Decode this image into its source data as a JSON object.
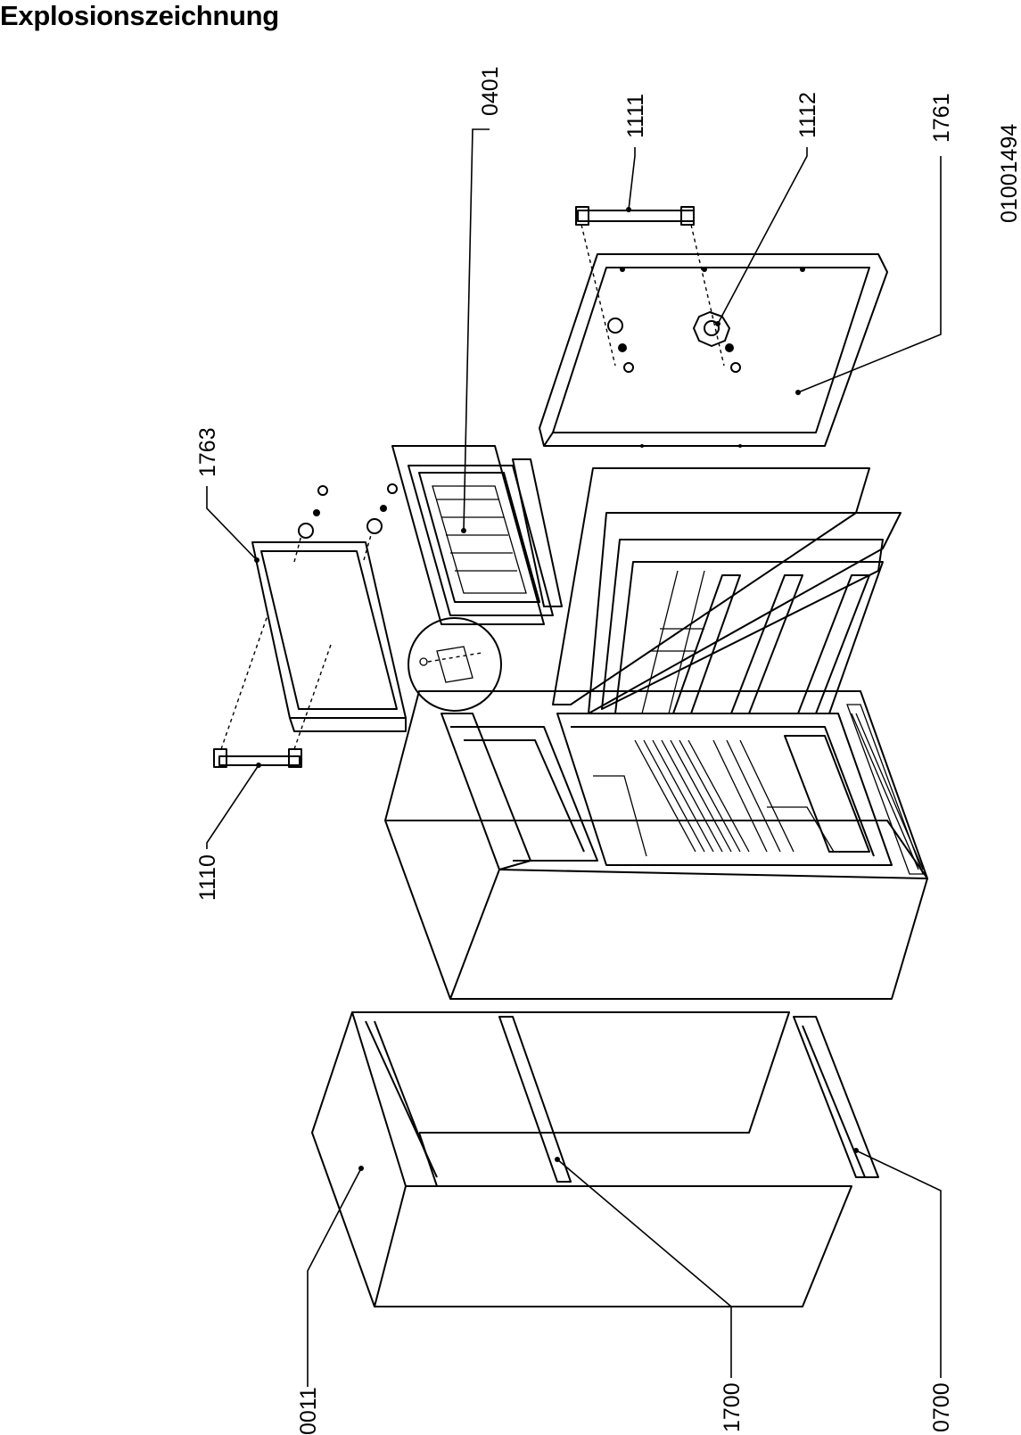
{
  "page": {
    "title": "Explosionszeichnung",
    "drawing_number": "01001494"
  },
  "parts": [
    {
      "id": "part-0401",
      "number": "0401"
    },
    {
      "id": "part-1111",
      "number": "1111"
    },
    {
      "id": "part-1112",
      "number": "1112"
    },
    {
      "id": "part-1761",
      "number": "1761"
    },
    {
      "id": "part-1763",
      "number": "1763"
    },
    {
      "id": "part-1110",
      "number": "1110"
    },
    {
      "id": "part-0011",
      "number": "0011"
    },
    {
      "id": "part-1700",
      "number": "1700"
    },
    {
      "id": "part-0700",
      "number": "0700"
    }
  ]
}
